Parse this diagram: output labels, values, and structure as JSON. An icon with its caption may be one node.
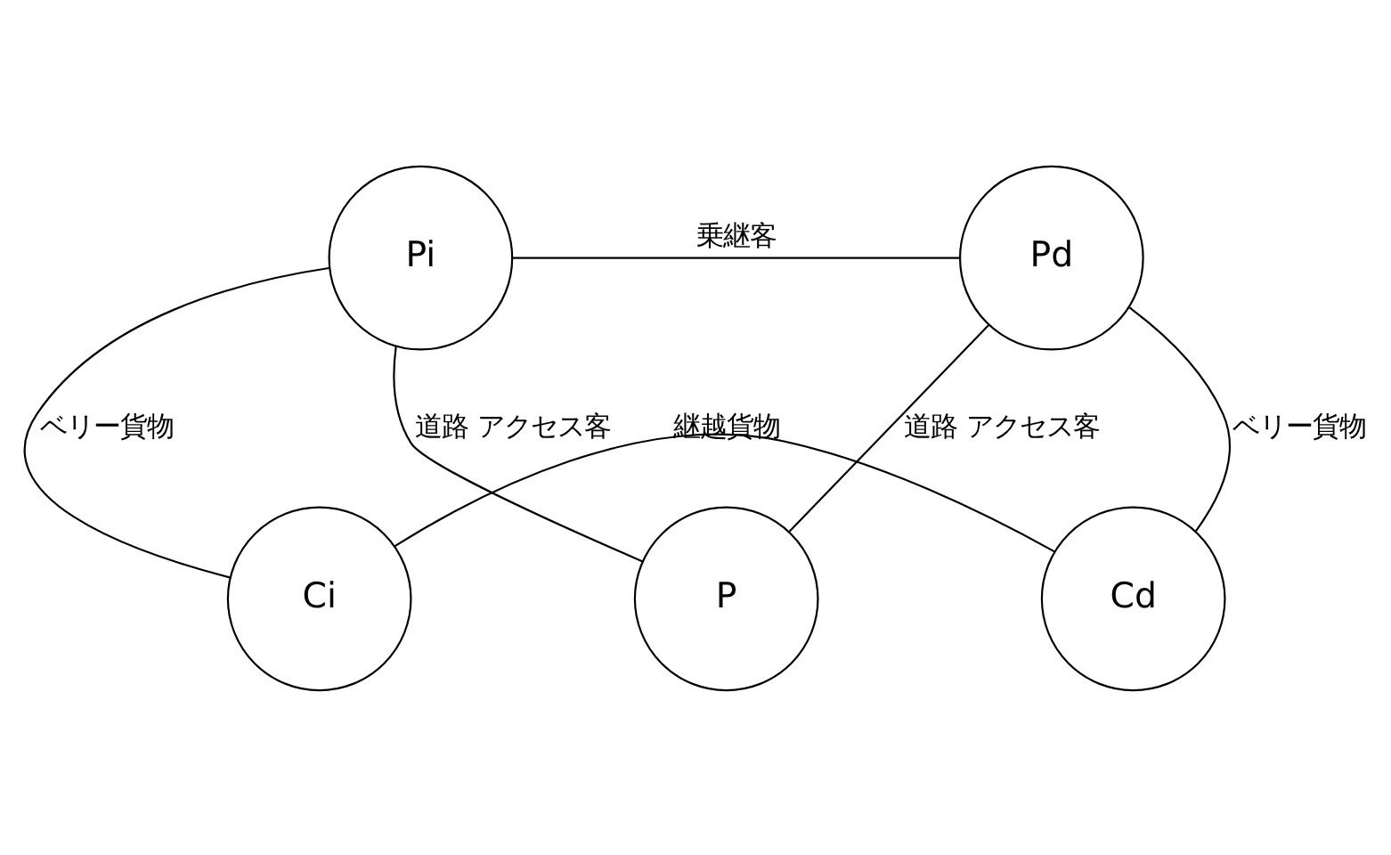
{
  "diagram": {
    "nodes": [
      {
        "text": [
          "Pi"
        ]
      },
      {
        "text": [
          "Pd"
        ]
      },
      {
        "text": [
          "P"
        ]
      },
      {
        "text": [
          "Ci"
        ]
      },
      {
        "text": [
          "Cd"
        ]
      }
    ],
    "edges": [
      {
        "from": 0,
        "to": 1,
        "arrow": "none",
        "label": "乗継客"
      },
      {
        "from": 0,
        "to": 2,
        "arrow": "none",
        "label": "道路 アクセス客"
      },
      {
        "from": 1,
        "to": 2,
        "arrow": "none",
        "label": "道路 アクセス客"
      },
      {
        "from": 0,
        "to": 3,
        "arrow": "none",
        "label": "ベリー貨物"
      },
      {
        "from": 1,
        "to": 4,
        "arrow": "none",
        "label": "ベリー貨物"
      },
      {
        "from": 3,
        "to": 4,
        "arrow": "none",
        "label": "継越貨物"
      }
    ]
  }
}
